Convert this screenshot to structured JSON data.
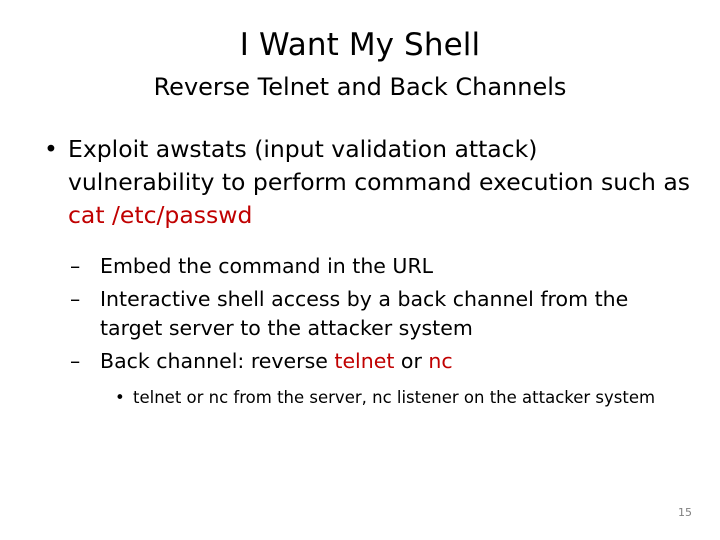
{
  "slide": {
    "title": "I Want My Shell",
    "subtitle": "Reverse Telnet and Back Channels",
    "page_number": "15",
    "background_color": "#FFFFFF",
    "text_color": "#000000",
    "highlight_color": "#C00000",
    "page_number_color": "#808080"
  },
  "bullets": {
    "level1": {
      "marker": "•",
      "text_before": "Exploit awstats (input validation attack) vulnerability to perform command execution such as ",
      "highlight": "cat /etc/passwd",
      "text_after": ""
    },
    "level2": [
      {
        "marker": "–",
        "text_before": "Embed the command in the URL",
        "highlight": "",
        "text_after": ""
      },
      {
        "marker": "–",
        "text_before": "Interactive shell access by a back channel from the target server to the attacker system",
        "highlight": "",
        "text_after": ""
      },
      {
        "marker": "–",
        "text_before": "Back channel: reverse ",
        "highlight": "telnet",
        "text_mid": " or ",
        "highlight2": "nc",
        "text_after": ""
      }
    ],
    "level3": [
      {
        "marker": "•",
        "text": "telnet or nc from the server, nc listener on the attacker system"
      }
    ]
  }
}
